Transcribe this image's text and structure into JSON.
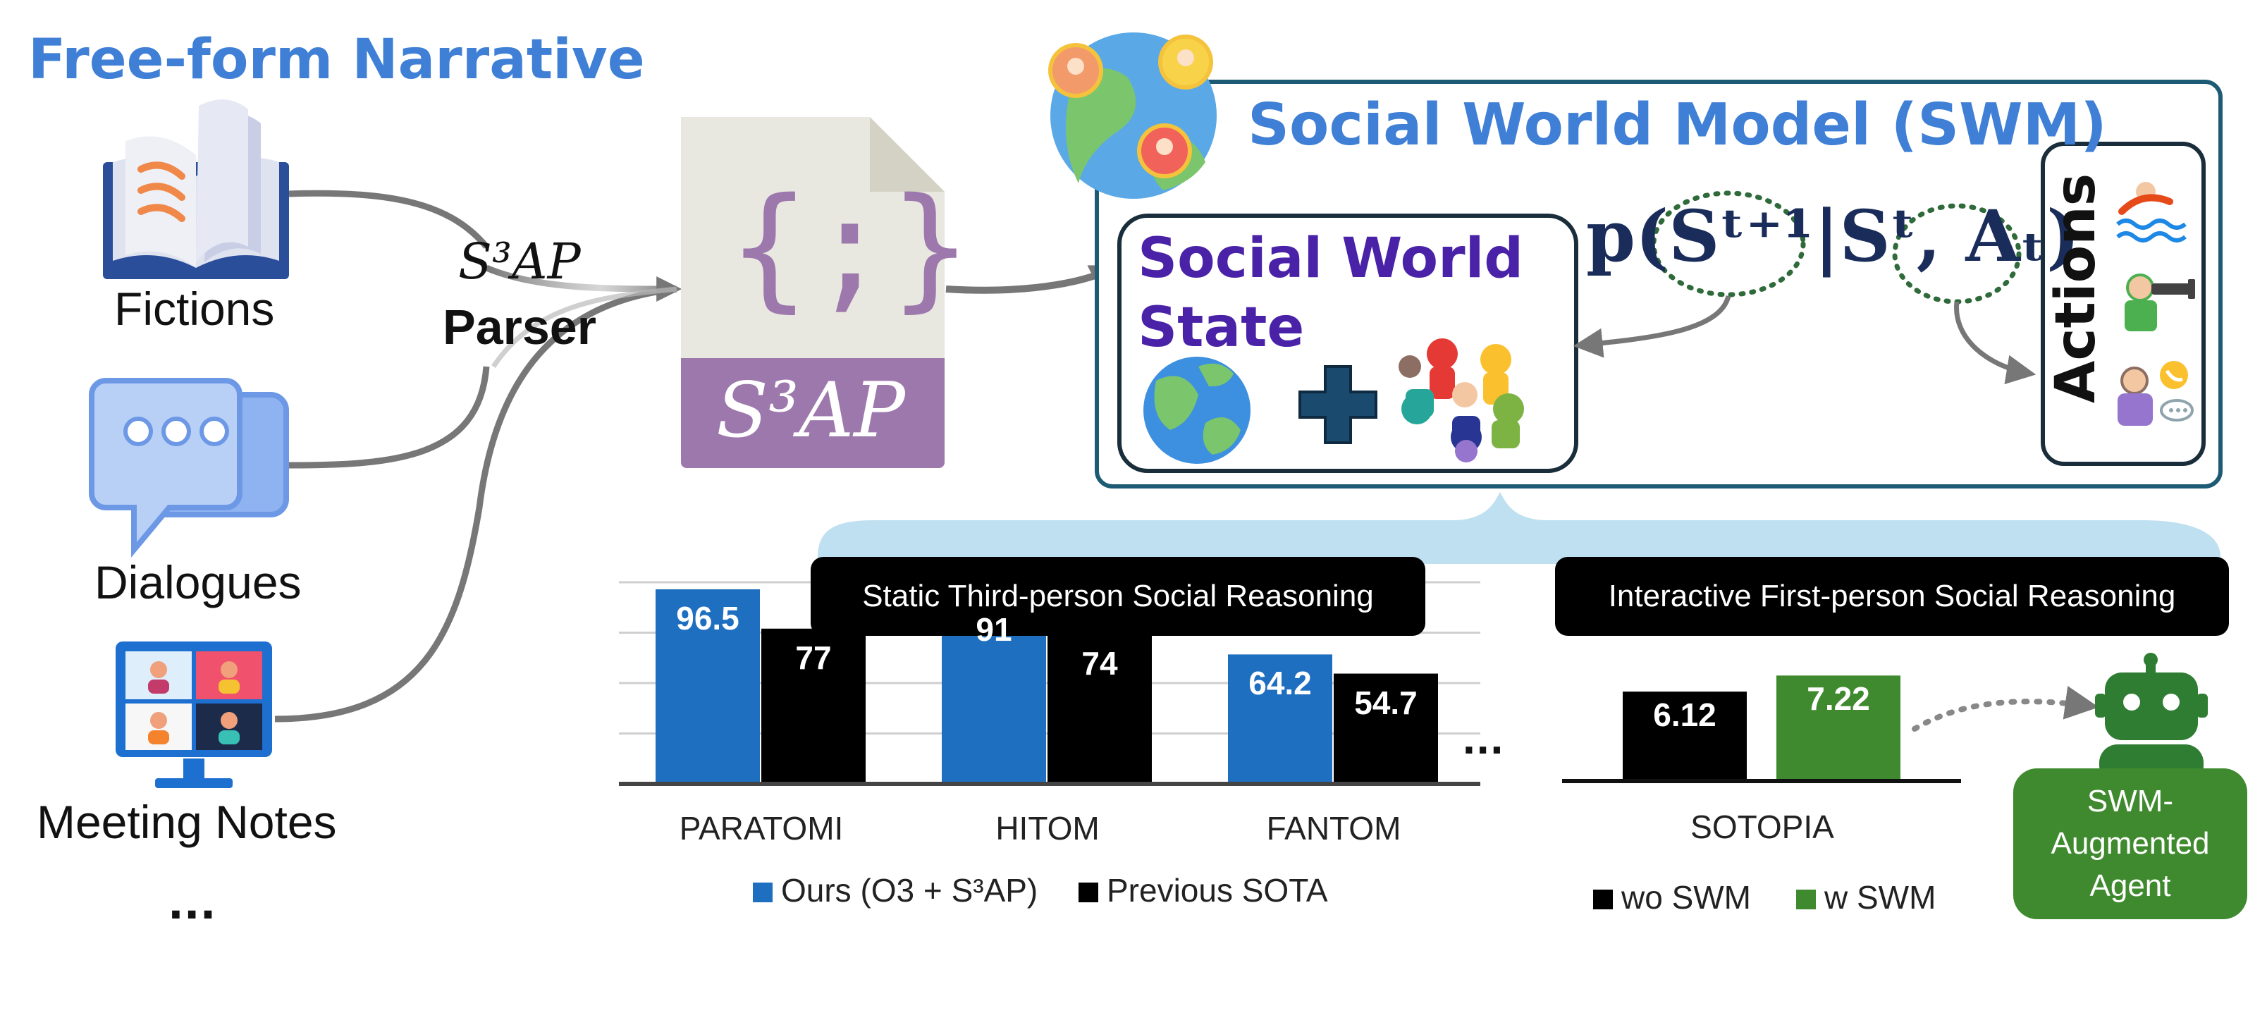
{
  "title": "Free-form Narrative",
  "sources": [
    {
      "label": "Fictions",
      "icon": "book-icon"
    },
    {
      "label": "Dialogues",
      "icon": "chat-bubbles-icon"
    },
    {
      "label": "Meeting Notes",
      "icon": "video-meeting-icon"
    },
    {
      "label": "..."
    }
  ],
  "parser": {
    "math": "S³AP",
    "word": "Parser"
  },
  "document": {
    "glyph": "{;}",
    "label": "S³AP",
    "icon": "code-file-icon"
  },
  "swm": {
    "title": "Social World Model (SWM)",
    "state_title_line1": "Social World",
    "state_title_line2": "State",
    "formula": "p(Sᵗ⁺¹|Sᵗ, Aₜ)",
    "actions_title": "Actions",
    "globe_icon": "globe-icon",
    "plus_icon": "plus-icon",
    "people_icon": "people-circle-icon"
  },
  "static_label": "Static Third-person Social Reasoning",
  "interactive_label": "Interactive First-person Social Reasoning",
  "chart_data": [
    {
      "type": "bar",
      "categories": [
        "PARATOMI",
        "HITOM",
        "FANTOM"
      ],
      "series": [
        {
          "name": "Ours (O3 + S³AP)",
          "values": [
            96.5,
            91,
            64.2
          ],
          "color": "#1f6fc0"
        },
        {
          "name": "Previous SOTA",
          "values": [
            77,
            74,
            54.7
          ],
          "color": "#000000"
        }
      ],
      "value_labels": [
        [
          "96.5",
          "91",
          "64.2"
        ],
        [
          "77",
          "74",
          "54.7"
        ]
      ],
      "ylim": [
        0,
        100
      ],
      "grid": true,
      "legend": "bottom",
      "ellipsis": "..."
    },
    {
      "type": "bar",
      "categories": [
        "SOTOPIA"
      ],
      "series": [
        {
          "name": "wo SWM",
          "values": [
            6.12
          ],
          "color": "#000000"
        },
        {
          "name": "w SWM",
          "values": [
            7.22
          ],
          "color": "#3f8a2e"
        }
      ],
      "value_labels": [
        [
          "6.12"
        ],
        [
          "7.22"
        ]
      ],
      "legend": "bottom"
    }
  ],
  "agent": {
    "label": "SWM-\nAugmented\nAgent",
    "icon": "robot-icon"
  },
  "colors": {
    "blue_title": "#3f7fd6",
    "purple": "#4a22a8",
    "swm_border": "#1c5b73",
    "green": "#3f8a2e",
    "bar_blue": "#1f6fc0"
  }
}
